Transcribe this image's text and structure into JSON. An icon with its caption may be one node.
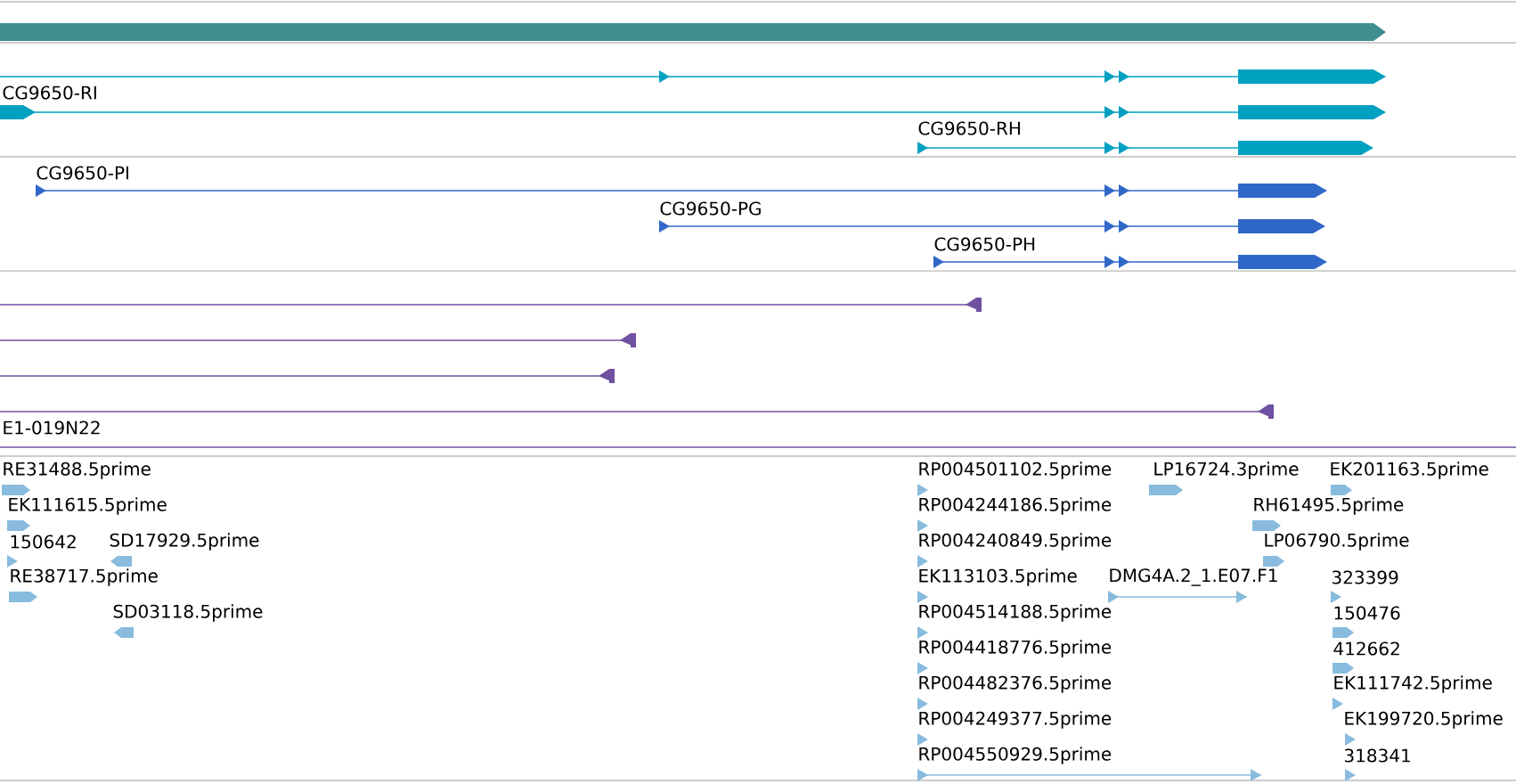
{
  "diagram": {
    "labels": [
      "CG9650-RI",
      "CG9650-RH",
      "CG9650-PI",
      "CG9650-PG",
      "CG9650-PH",
      "E1-019N22",
      "RE31488.5prime",
      "RP004501102.5prime",
      "LP16724.3prime",
      "EK201163.5prime",
      "EK111615.5prime",
      "RP004244186.5prime",
      "RH61495.5prime",
      "150642",
      "SD17929.5prime",
      "RP004240849.5prime",
      "LP06790.5prime",
      "RE38717.5prime",
      "EK113103.5prime",
      "DMG4A.2_1.E07.F1",
      "323399",
      "SD03118.5prime",
      "RP004514188.5prime",
      "150476",
      "RP004418776.5prime",
      "412662",
      "RP004482376.5prime",
      "EK111742.5prime",
      "RP004249377.5prime",
      "EK199720.5prime",
      "RP004550929.5prime",
      "318341"
    ]
  }
}
